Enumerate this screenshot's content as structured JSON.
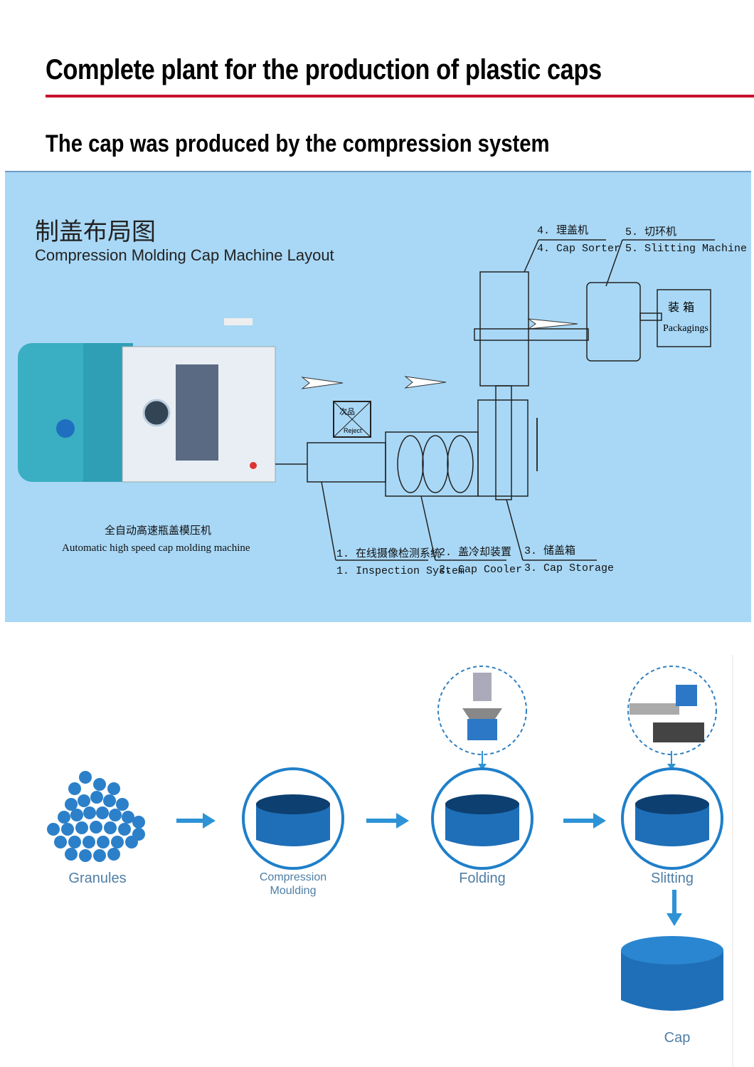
{
  "header": {
    "title": "Complete plant for the production of plastic caps",
    "subtitle": "The cap was produced by the compression system",
    "rule_color": "#c8102e"
  },
  "layout": {
    "title_cn": "制盖布局图",
    "title_en": "Compression Molding Cap Machine Layout",
    "machine_cn": "全自动高速瓶盖模压机",
    "machine_en": "Automatic high speed cap molding machine",
    "reject_cn": "次品",
    "reject_en": "Reject",
    "stations": [
      {
        "cn": "1. 在线摄像检测系统",
        "en": "1. Inspection System"
      },
      {
        "cn": "2. 盖冷却装置",
        "en": "2. Cap Cooler"
      },
      {
        "cn": "3. 储盖箱",
        "en": "3. Cap Storage"
      },
      {
        "cn": "4. 理盖机",
        "en": "4. Cap Sorter"
      },
      {
        "cn": "5. 切环机",
        "en": "5. Slitting Machine"
      }
    ],
    "packaging_cn": "装 箱",
    "packaging_en": "Packagings",
    "background": "#a9d8f6"
  },
  "process": {
    "steps": [
      "Granules",
      "Compression\nMoulding",
      "Folding",
      "Slitting",
      "Cap"
    ],
    "accent": "#2d93d6"
  }
}
